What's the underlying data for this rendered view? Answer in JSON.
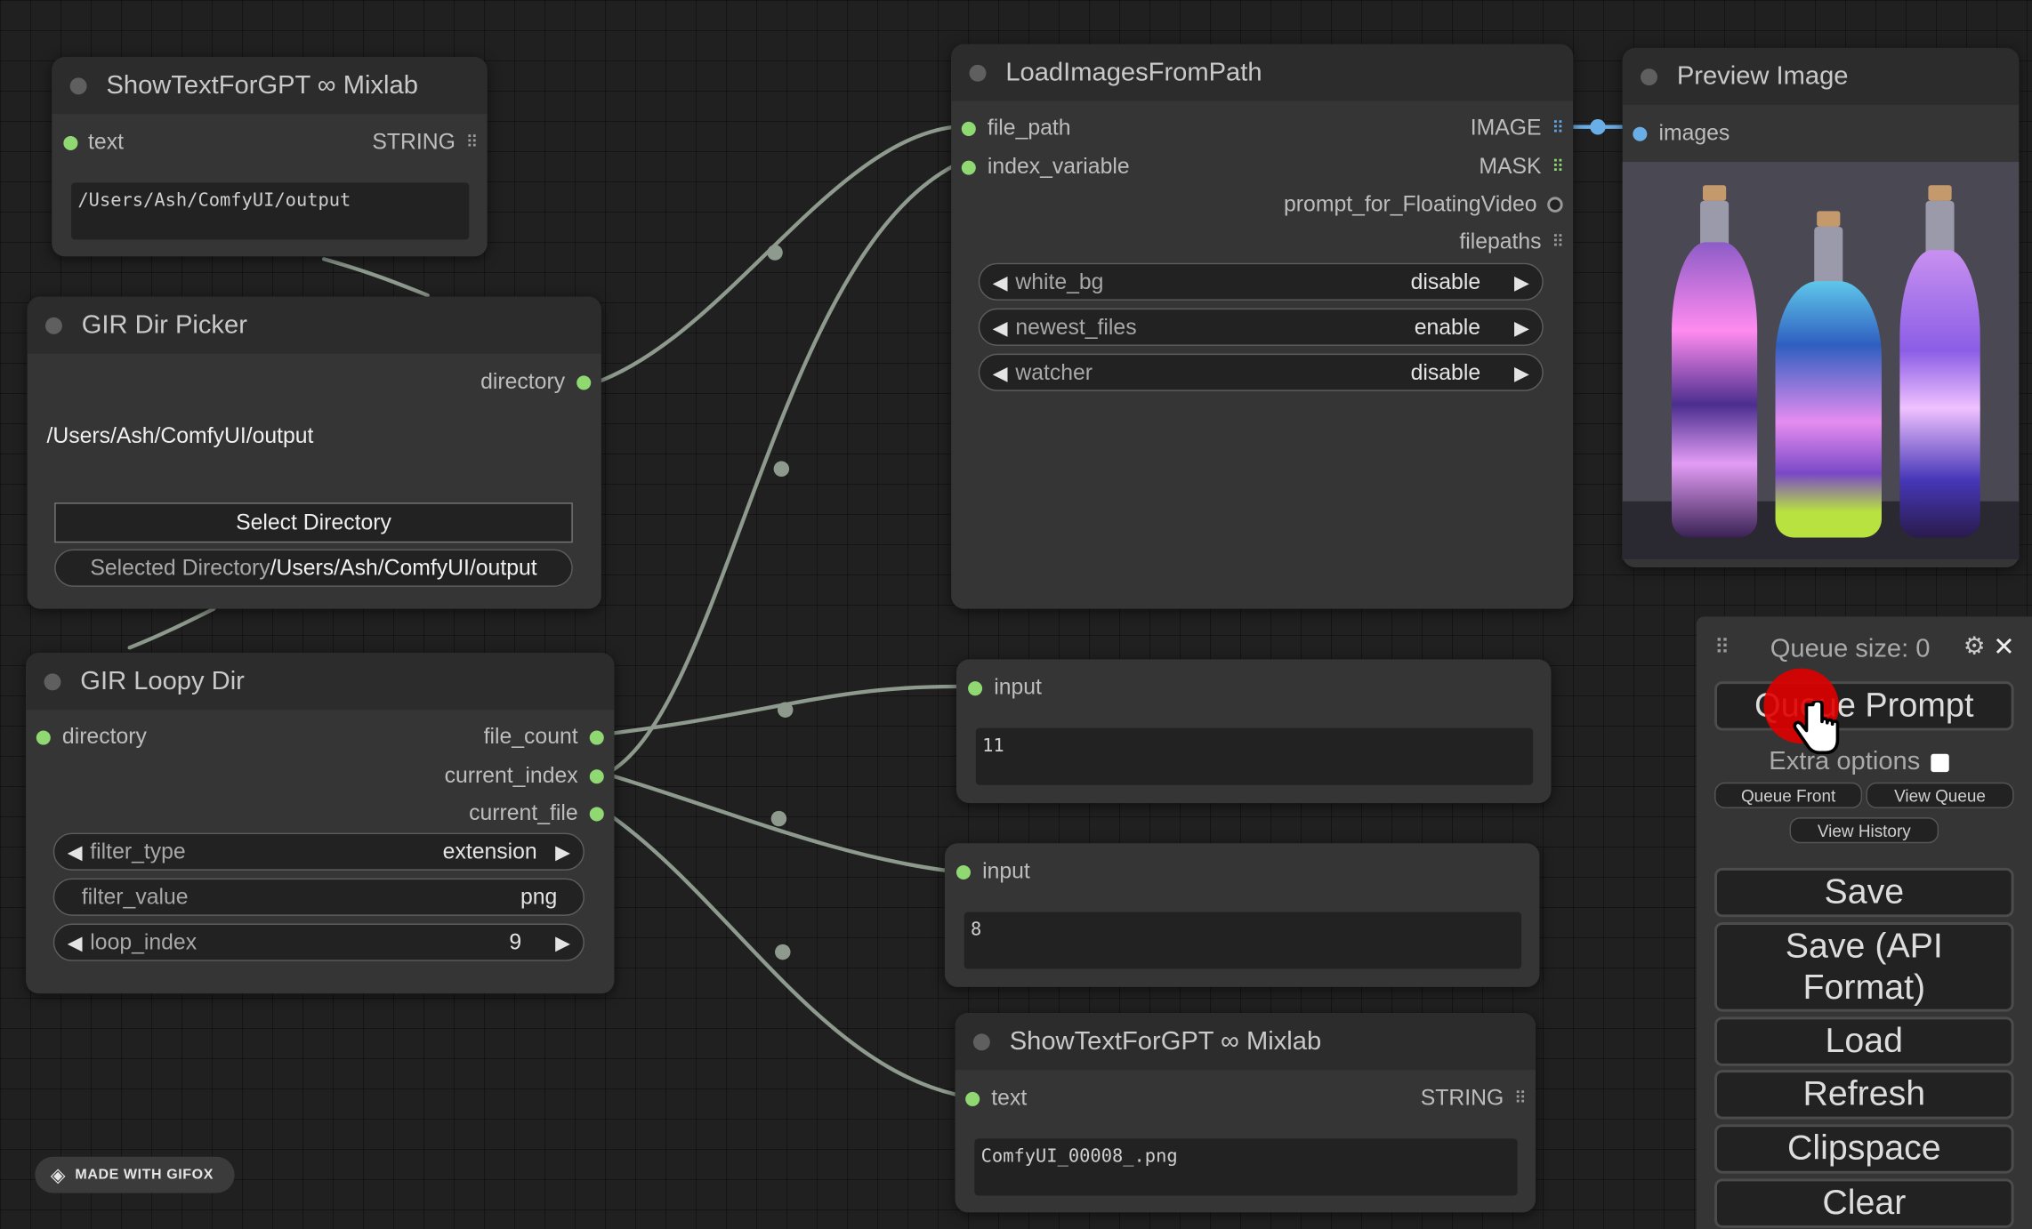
{
  "nodes": {
    "show_text_top": {
      "title": "ShowTextForGPT ∞ Mixlab",
      "input_label": "text",
      "output_label": "STRING",
      "text_value": "/Users/Ash/ComfyUI/output"
    },
    "dir_picker": {
      "title": "GIR Dir Picker",
      "output_label": "directory",
      "path_text": "/Users/Ash/ComfyUI/output",
      "select_button": "Select Directory",
      "selected_prefix": "Selected Directory",
      "selected_path": "/Users/Ash/ComfyUI/output"
    },
    "loopy_dir": {
      "title": "GIR Loopy Dir",
      "input_label": "directory",
      "outputs": [
        "file_count",
        "current_index",
        "current_file"
      ],
      "widgets": [
        {
          "name": "filter_type",
          "value": "extension"
        },
        {
          "name": "filter_value",
          "value": "png"
        },
        {
          "name": "loop_index",
          "value": "9"
        }
      ]
    },
    "load_images": {
      "title": "LoadImagesFromPath",
      "inputs": [
        "file_path",
        "index_variable"
      ],
      "outputs": [
        "IMAGE",
        "MASK",
        "prompt_for_FloatingVideo",
        "filepaths"
      ],
      "widgets": [
        {
          "name": "white_bg",
          "value": "disable"
        },
        {
          "name": "newest_files",
          "value": "enable"
        },
        {
          "name": "watcher",
          "value": "disable"
        }
      ]
    },
    "preview": {
      "title": "Preview Image",
      "input_label": "images"
    },
    "input_a": {
      "input_label": "input",
      "text_value": "11"
    },
    "input_b": {
      "input_label": "input",
      "text_value": "8"
    },
    "show_text_bottom": {
      "title": "ShowTextForGPT ∞ Mixlab",
      "input_label": "text",
      "output_label": "STRING",
      "text_value": "ComfyUI_00008_.png"
    }
  },
  "menu": {
    "queue_size": "Queue size: 0",
    "queue_prompt": "Queue Prompt",
    "extra_options": "Extra options",
    "queue_front": "Queue Front",
    "view_queue": "View Queue",
    "view_history": "View History",
    "buttons": [
      "Save",
      "Save (API Format)",
      "Load",
      "Refresh",
      "Clipspace",
      "Clear"
    ]
  },
  "badge": "MADE WITH GIFOX",
  "colors": {
    "canvas": "#202020",
    "node": "#353535",
    "slot_green": "#8fd872",
    "slot_blue": "#6aaee8",
    "link": "#8e9a8e",
    "cursor_red": "#e00000"
  }
}
